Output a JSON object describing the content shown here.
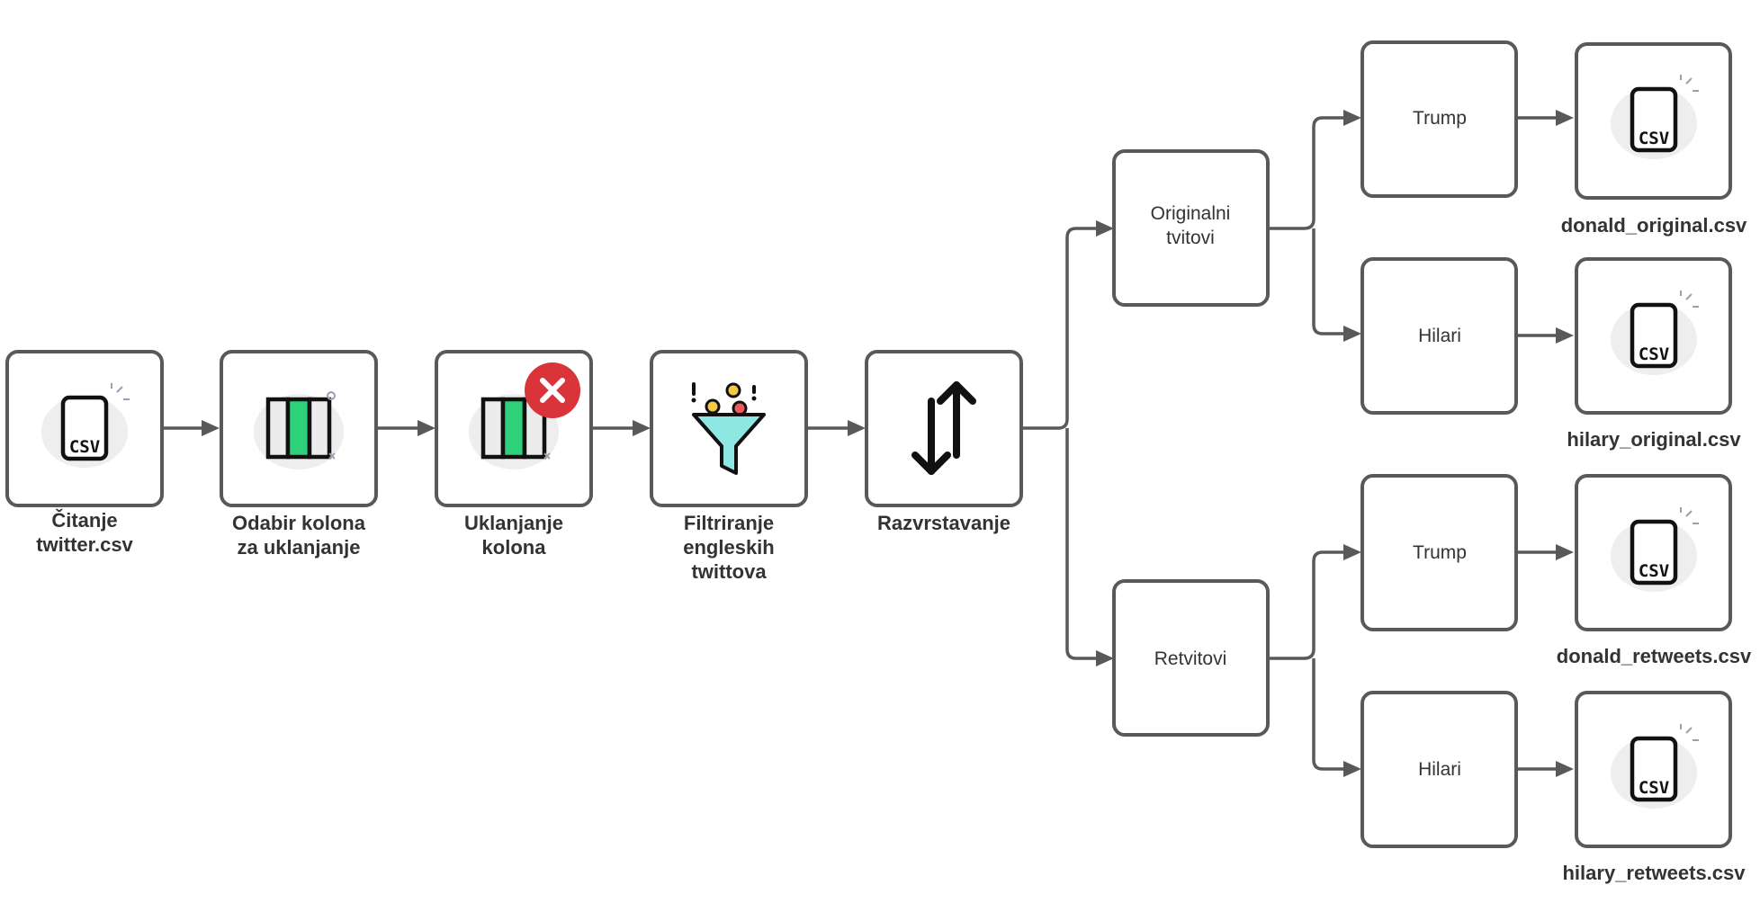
{
  "steps": {
    "read": {
      "label_line1": "Čitanje",
      "label_line2": "twitter.csv",
      "icon": "csv-file-icon"
    },
    "select_cols": {
      "label_line1": "Odabir kolona",
      "label_line2": "za uklanjanje",
      "icon": "columns-icon"
    },
    "remove_cols": {
      "label_line1": "Uklanjanje",
      "label_line2": "kolona",
      "icon": "columns-remove-icon"
    },
    "filter": {
      "label_line1": "Filtriranje",
      "label_line2": "engleskih",
      "label_line3": "twittova",
      "icon": "funnel-icon"
    },
    "sort": {
      "label_line1": "Razvrstavanje",
      "icon": "sort-arrows-icon"
    }
  },
  "categories": {
    "original": {
      "label_line1": "Originalni",
      "label_line2": "tvitovi"
    },
    "retweets": {
      "label_line1": "Retvitovi"
    }
  },
  "branches": [
    {
      "label": "Trump",
      "output_label": "donald_original.csv"
    },
    {
      "label": "Hilari",
      "output_label": "hilary_original.csv"
    },
    {
      "label": "Trump",
      "output_label": "donald_retweets.csv"
    },
    {
      "label": "Hilari",
      "output_label": "hilary_retweets.csv"
    }
  ],
  "icons": {
    "csv_text": "CSV"
  },
  "colors": {
    "stroke": "#595959",
    "column_green": "#2fd07a",
    "remove_badge": "#d8343a",
    "funnel": "#8fe7e3",
    "coin_yellow": "#f6c945",
    "coin_red": "#ef5a5a"
  }
}
